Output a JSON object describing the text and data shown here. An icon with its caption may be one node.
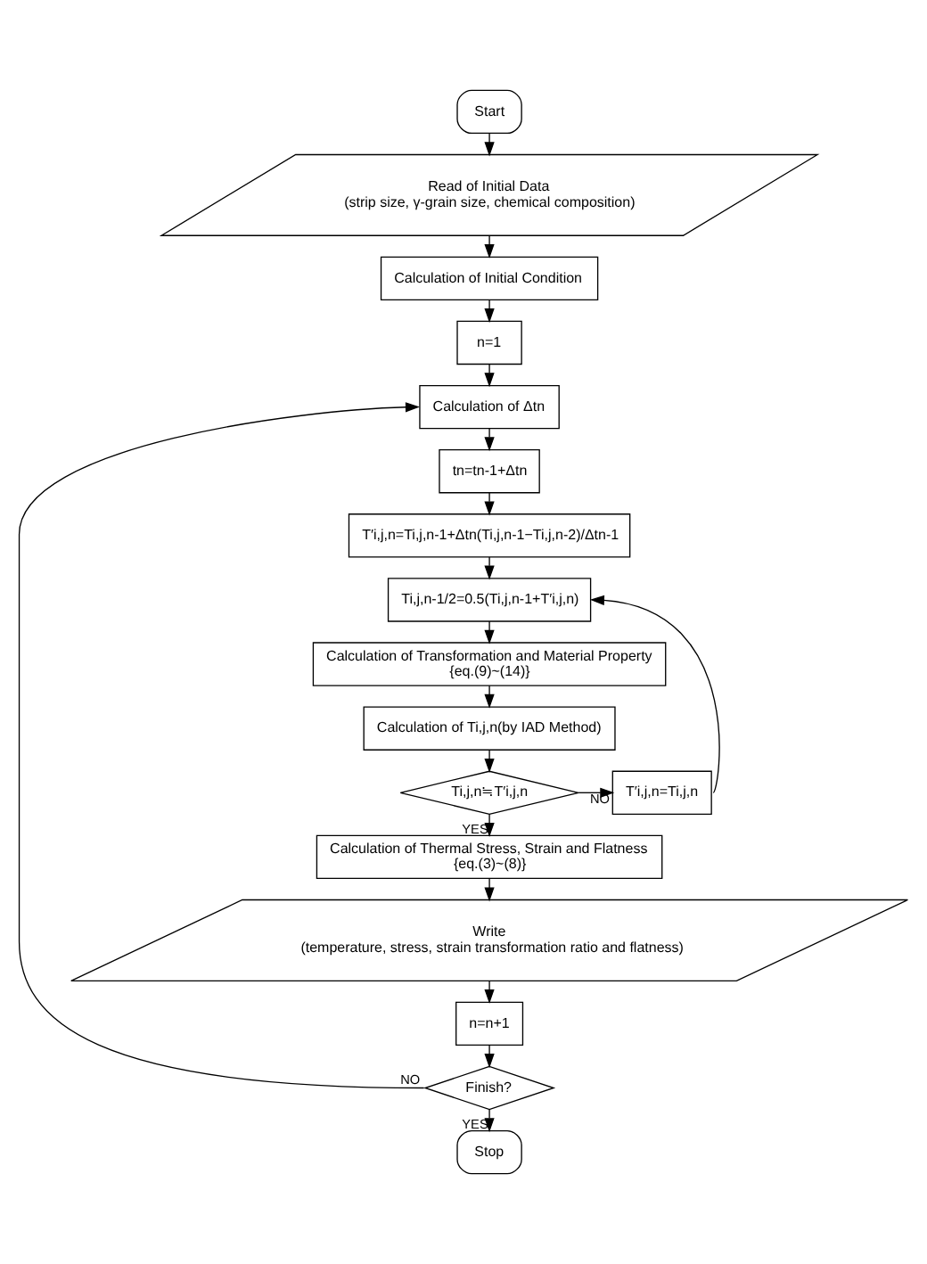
{
  "diagram": {
    "nodes": [
      {
        "text": [
          "Start"
        ]
      },
      {
        "text": [
          "Read of Initial Data",
          "(strip size, γ-grain size, chemical composition)"
        ]
      },
      {
        "text": [
          "Calculation of Initial Condition"
        ]
      },
      {
        "text": [
          "n=1"
        ]
      },
      {
        "text": [
          "Calculation of Δtn"
        ]
      },
      {
        "text": [
          "tn=tn-1+Δtn"
        ]
      },
      {
        "text": [
          "T′i,j,n=Ti,j,n-1+Δtn(Ti,j,n-1−Ti,j,n-2)/Δtn-1"
        ]
      },
      {
        "text": [
          "Ti,j,n-1/2=0.5(Ti,j,n-1+T′i,j,n)"
        ]
      },
      {
        "text": [
          "Calculation of Transformation and Material Property",
          "{eq.(9)~(14)}"
        ]
      },
      {
        "text": [
          "Calculation of Ti,j,n(by IAD Method)"
        ]
      },
      {
        "text": [
          "Ti,j,n≒T′i,j,n"
        ]
      },
      {
        "text": [
          "T′i,j,n=Ti,j,n"
        ]
      },
      {
        "text": [
          "Calculation of Thermal Stress, Strain and Flatness",
          "{eq.(3)~(8)}"
        ]
      },
      {
        "text": [
          "Write",
          "(temperature, stress, strain transformation ratio and flatness)"
        ]
      },
      {
        "text": [
          "n=n+1"
        ]
      },
      {
        "text": [
          "Finish?"
        ]
      },
      {
        "text": [
          "Stop"
        ]
      }
    ],
    "edges": [
      {
        "from": 0,
        "to": 1,
        "arrow": "to"
      },
      {
        "from": 1,
        "to": 2,
        "arrow": "to"
      },
      {
        "from": 2,
        "to": 3,
        "arrow": "to"
      },
      {
        "from": 3,
        "to": 4,
        "arrow": "to"
      },
      {
        "from": 4,
        "to": 5,
        "arrow": "to"
      },
      {
        "from": 5,
        "to": 6,
        "arrow": "to"
      },
      {
        "from": 6,
        "to": 7,
        "arrow": "to"
      },
      {
        "from": 7,
        "to": 8,
        "arrow": "to"
      },
      {
        "from": 8,
        "to": 9,
        "arrow": "to"
      },
      {
        "from": 9,
        "to": 10,
        "arrow": "to"
      },
      {
        "from": 10,
        "to": 11,
        "arrow": "to",
        "label": "NO"
      },
      {
        "from": 11,
        "to": 7,
        "arrow": "to"
      },
      {
        "from": 10,
        "to": 12,
        "arrow": "to",
        "label": "YES"
      },
      {
        "from": 12,
        "to": 13,
        "arrow": "to"
      },
      {
        "from": 13,
        "to": 14,
        "arrow": "to"
      },
      {
        "from": 14,
        "to": 15,
        "arrow": "to"
      },
      {
        "from": 15,
        "to": 4,
        "arrow": "to",
        "label": "NO"
      },
      {
        "from": 15,
        "to": 16,
        "arrow": "to",
        "label": "YES"
      }
    ]
  }
}
